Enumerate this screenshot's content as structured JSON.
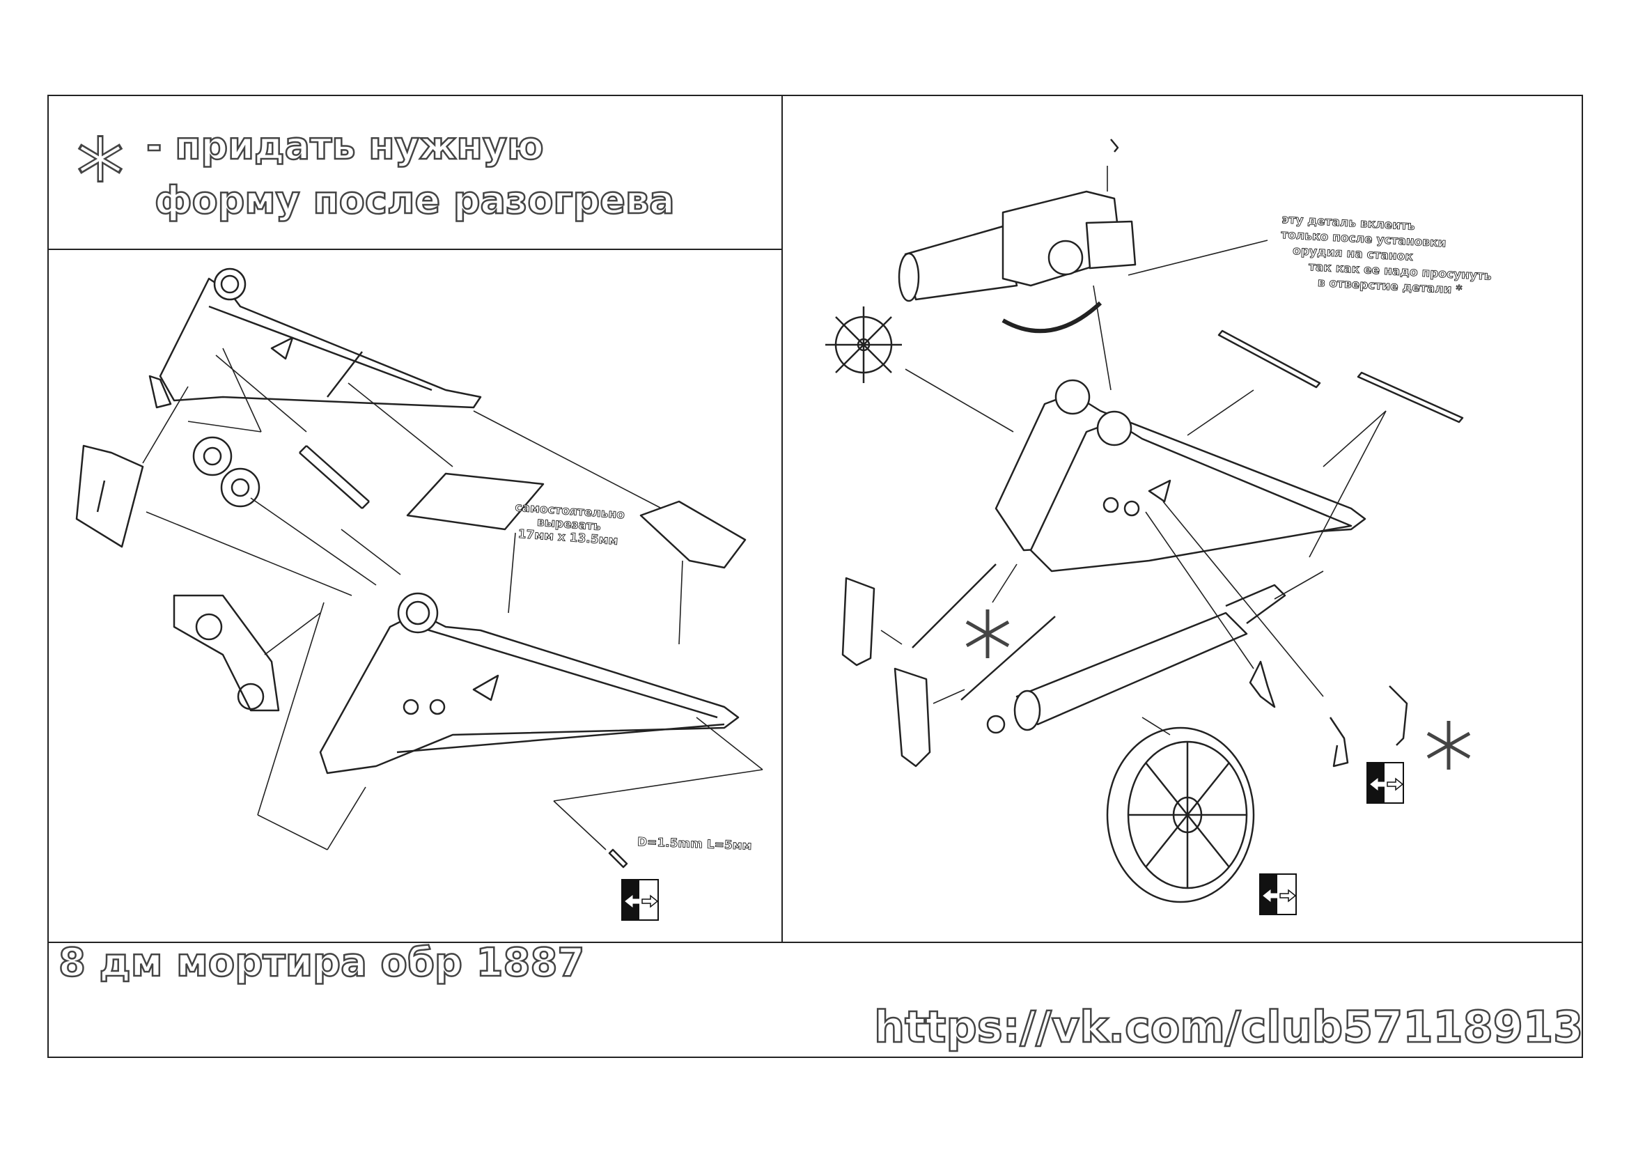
{
  "legend": {
    "symbol_icon": "asterisk-icon",
    "line1": "- придать нужную",
    "line2": "форму после разогрева"
  },
  "notes": {
    "cut_note": [
      "самостоятельно",
      "вырезать",
      "17мм х 13.5мм"
    ],
    "pin_note": "D=1.5mm L=5мм",
    "install_note": [
      "эту деталь вклеить",
      "только после установки",
      "орудия на станок",
      "так как ее надо просунуть",
      "в отверстие детали *"
    ]
  },
  "footer": {
    "title": "8 дм мортира обр 1887",
    "url": "https://vk.com/club57118913"
  },
  "icons": {
    "nav_badge": "flip-sheet-arrow-icon"
  },
  "colors": {
    "line": "#222222",
    "text_stroke": "#444444",
    "background": "#ffffff"
  }
}
